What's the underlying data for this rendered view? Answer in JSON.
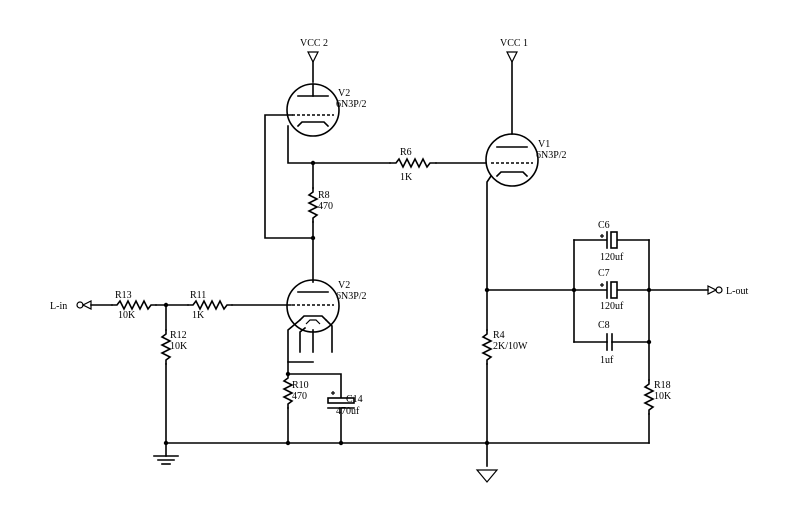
{
  "labels": {
    "vcc2": "VCC 2",
    "vcc1": "VCC 1",
    "l_in": "L-in",
    "l_out": "L-out",
    "v2_top_name": "V2",
    "v2_top_type": "6N3P/2",
    "v1_name": "V1",
    "v1_type": "6N3P/2",
    "v2_bot_name": "V2",
    "v2_bot_type": "6N3P/2",
    "r6_name": "R6",
    "r6_value": "1K",
    "r8_name": "R8",
    "r8_value": "470",
    "r13_name": "R13",
    "r13_value": "10K",
    "r11_name": "R11",
    "r11_value": "1K",
    "r12_name": "R12",
    "r12_value": "10K",
    "r10_name": "R10",
    "r10_value": "470",
    "c14_name": "C14",
    "c14_value": "470uf",
    "r4_name": "R4",
    "r4_value": "2K/10W",
    "c6_name": "C6",
    "c6_value": "120uf",
    "c7_name": "C7",
    "c7_value": "120uf",
    "c8_name": "C8",
    "c8_value": "1uf",
    "r18_name": "R18",
    "r18_value": "10K"
  }
}
